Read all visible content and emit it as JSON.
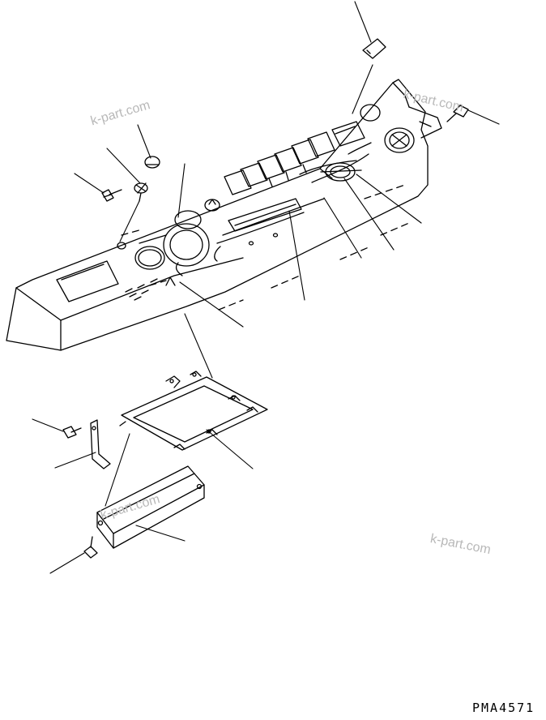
{
  "watermarks": [
    "k-part.com",
    "k-part.com",
    "k-part.com",
    "k-part.com"
  ],
  "figure_code": "PMA4571"
}
